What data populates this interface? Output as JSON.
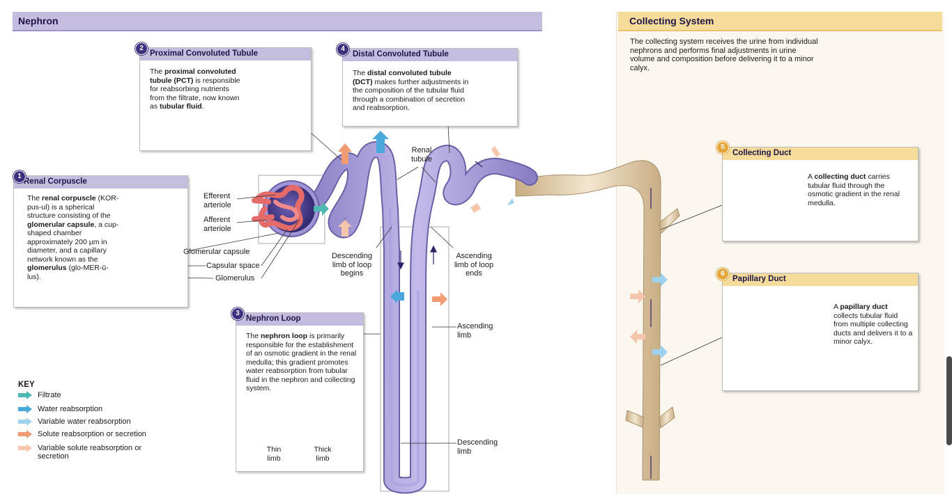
{
  "nephron": {
    "title": "Nephron",
    "renal_corpuscle": {
      "number": "1",
      "title": "Renal Corpuscle",
      "text": [
        {
          "b": false,
          "t": "The "
        },
        {
          "b": true,
          "t": "renal corpuscle"
        },
        {
          "b": false,
          "t": " (KOR-pus-ul) is a spherical structure consisting of the "
        },
        {
          "b": true,
          "t": "glomerular capsule"
        },
        {
          "b": false,
          "t": ", a cup-shaped chamber approximately 200 µm in diameter, and a capillary network known as the "
        },
        {
          "b": true,
          "t": "glomerulus"
        },
        {
          "b": false,
          "t": " (glo-MER-ū-lus)."
        }
      ],
      "labels": {
        "efferent": "Efferent arteriole",
        "afferent": "Afferent arteriole",
        "capsule": "Glomerular capsule",
        "space": "Capsular space",
        "glomerulus": "Glomerulus"
      }
    },
    "pct": {
      "number": "2",
      "title": "Proximal Convoluted Tubule",
      "text": [
        {
          "b": false,
          "t": "The "
        },
        {
          "b": true,
          "t": "proximal convoluted tubule (PCT)"
        },
        {
          "b": false,
          "t": " is responsible for reabsorbing nutrients from the filtrate, now known as "
        },
        {
          "b": true,
          "t": "tubular fluid"
        },
        {
          "b": false,
          "t": "."
        }
      ]
    },
    "loop": {
      "number": "3",
      "title": "Nephron Loop",
      "text": [
        {
          "b": false,
          "t": "The "
        },
        {
          "b": true,
          "t": "nephron loop"
        },
        {
          "b": false,
          "t": " is primarily responsible for the establishment of an osmotic gradient in the renal medulla; this gradient promotes water reabsorption from tubular fluid in the nephron and collecting system."
        }
      ],
      "thin": "Thin limb",
      "thick": "Thick limb"
    },
    "dct": {
      "number": "4",
      "title": "Distal Convoluted Tubule",
      "text": [
        {
          "b": false,
          "t": "The "
        },
        {
          "b": true,
          "t": "distal convoluted tubule (DCT)"
        },
        {
          "b": false,
          "t": " makes further adjustments in the composition of the tubular fluid through a combination of secretion and reabsorption."
        }
      ]
    },
    "labels": {
      "renal_tubule": "Renal tubule",
      "desc_begins": "Descending limb of loop begins",
      "asc_ends": "Ascending limb of loop ends",
      "ascending": "Ascending limb",
      "descending": "Descending limb"
    }
  },
  "collecting": {
    "title": "Collecting System",
    "intro": "The collecting system receives the urine from individual nephrons and performs final adjustments in urine volume and composition before delivering it to a minor calyx.",
    "duct": {
      "number": "5",
      "title": "Collecting Duct",
      "text": [
        {
          "b": false,
          "t": "A "
        },
        {
          "b": true,
          "t": "collecting duct"
        },
        {
          "b": false,
          "t": " carries tubular fluid through the osmotic gradient in the renal medulla."
        }
      ]
    },
    "papillary": {
      "number": "6",
      "title": "Papillary Duct",
      "text": [
        {
          "b": false,
          "t": "A "
        },
        {
          "b": true,
          "t": "papillary duct"
        },
        {
          "b": false,
          "t": " collects tubular fluid from multiple collecting ducts and delivers it to a minor calyx."
        }
      ]
    }
  },
  "key": {
    "title": "KEY",
    "items": [
      {
        "label": "Filtrate",
        "color": "#4fb9b1"
      },
      {
        "label": "Water reabsorption",
        "color": "#4ba8dc"
      },
      {
        "label": "Variable water reabsorption",
        "color": "#9fd2ee"
      },
      {
        "label": "Solute reabsorption or secretion",
        "color": "#f09b72"
      },
      {
        "label": "Variable solute reabsorption or secretion",
        "color": "#f6c6ac"
      }
    ]
  }
}
